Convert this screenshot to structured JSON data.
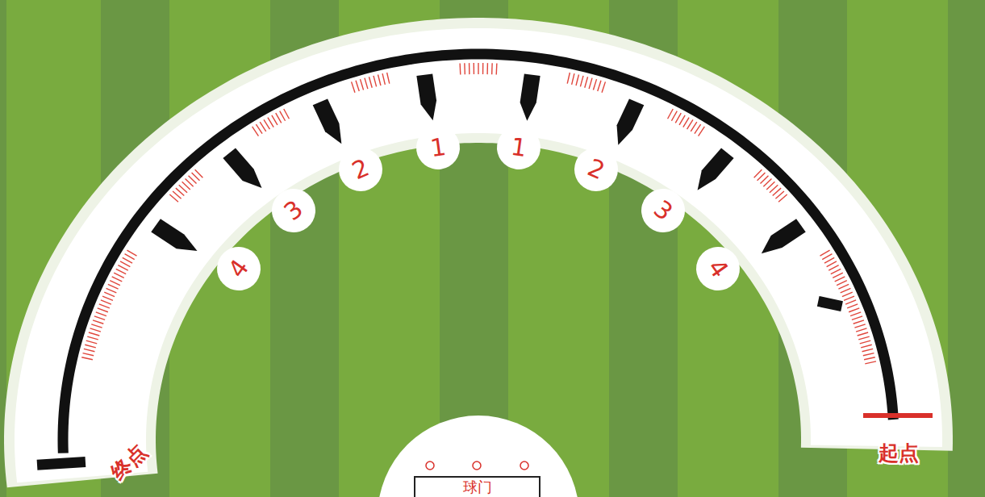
{
  "diagram": {
    "nodes": [
      {
        "text": [
          "4"
        ]
      },
      {
        "text": [
          "3"
        ]
      },
      {
        "text": [
          "2"
        ]
      },
      {
        "text": [
          "1"
        ]
      },
      {
        "text": [
          "1"
        ]
      },
      {
        "text": [
          "2"
        ]
      },
      {
        "text": [
          "3"
        ]
      },
      {
        "text": [
          "4"
        ]
      },
      {
        "text": [
          "球门"
        ]
      }
    ],
    "labels": [
      "终点",
      "起点"
    ]
  }
}
